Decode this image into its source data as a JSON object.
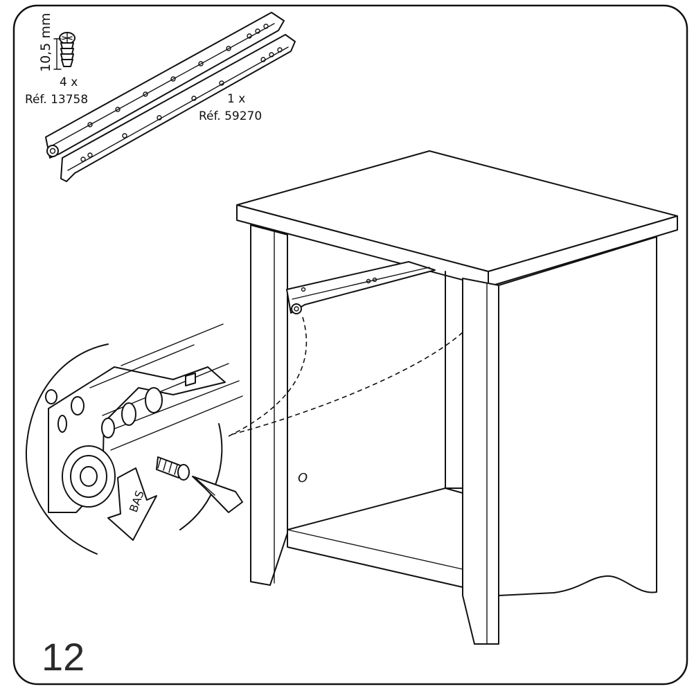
{
  "step": {
    "number": "12"
  },
  "parts": {
    "screw": {
      "dimension": "10,5 mm",
      "quantity": "4 x",
      "reference": "Réf. 13758"
    },
    "rail": {
      "quantity": "1 x",
      "reference": "Réf. 59270"
    }
  },
  "detail": {
    "arrow_label": "BAS"
  },
  "cabinet": {
    "marker": "O"
  }
}
